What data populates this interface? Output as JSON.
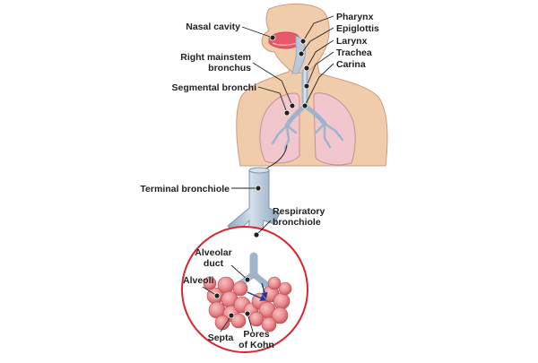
{
  "labels": {
    "nasal_cavity": "Nasal cavity",
    "pharynx": "Pharynx",
    "epiglottis": "Epiglottis",
    "larynx": "Larynx",
    "trachea": "Trachea",
    "carina": "Carina",
    "right_mainstem_1": "Right mainstem",
    "right_mainstem_2": "bronchus",
    "segmental_bronchi": "Segmental bronchi",
    "terminal_bronchiole": "Terminal bronchiole",
    "respiratory_bronchiole_1": "Respiratory",
    "respiratory_bronchiole_2": "bronchiole",
    "alveolar_duct_1": "Alveolar",
    "alveolar_duct_2": "duct",
    "alveoli": "Alveoli",
    "septa": "Septa",
    "pores_of_kohn_1": "Pores",
    "pores_of_kohn_2": "of Kohn"
  },
  "colors": {
    "skin": "#f1ccab",
    "lung": "#f1c6cc",
    "airway": "#b9c9da",
    "nasal": "#e9576a",
    "alveoli": "#e98a8d",
    "circle": "#d8262e",
    "arrow": "#1b3a8c"
  }
}
